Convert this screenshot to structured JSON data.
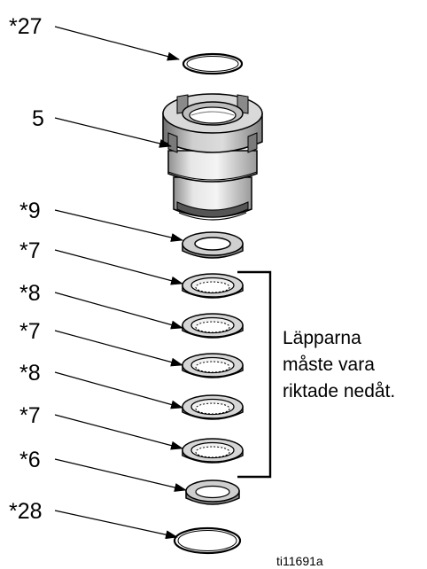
{
  "labels": {
    "o_ring_top": "*27",
    "gland_nut": "5",
    "gland_ring": "*9",
    "packing_1": "*7",
    "packing_2": "*8",
    "packing_3": "*7",
    "packing_4": "*8",
    "packing_5": "*7",
    "male_ring": "*6",
    "o_ring_bottom": "*28"
  },
  "note": {
    "line1": "Läpparna",
    "line2": "måste vara",
    "line3": "riktade nedåt."
  },
  "figure_ref": "ti11691a"
}
